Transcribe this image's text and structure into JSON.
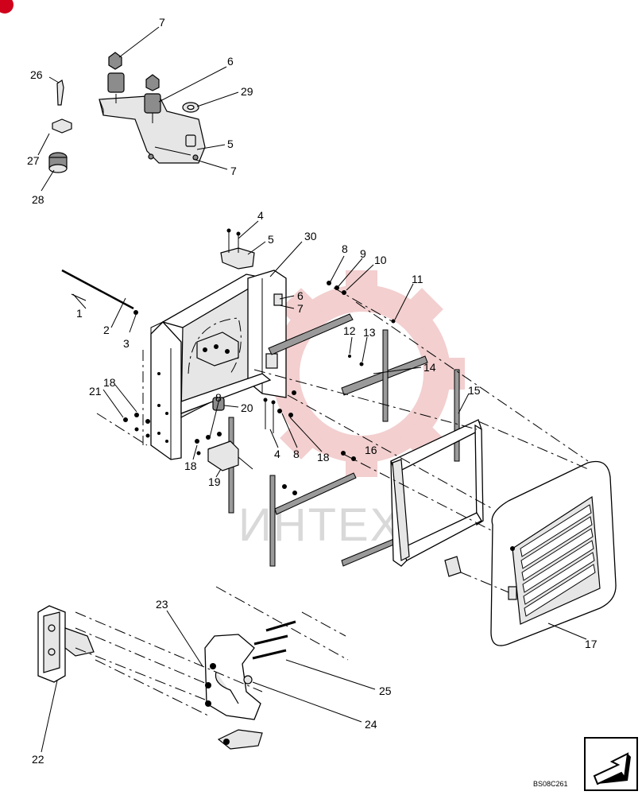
{
  "diagram": {
    "drawing_code": "BS08C261",
    "watermark_text": "ИНТЕХ",
    "callouts": [
      "1",
      "2",
      "3",
      "4",
      "4",
      "5",
      "5",
      "6",
      "6",
      "7",
      "7",
      "7",
      "8",
      "8",
      "9",
      "10",
      "11",
      "12",
      "13",
      "14",
      "15",
      "16",
      "17",
      "18",
      "18",
      "18",
      "19",
      "20",
      "21",
      "22",
      "23",
      "24",
      "25",
      "26",
      "27",
      "28",
      "29",
      "30"
    ],
    "colors": {
      "watermark": "#e6b8b8",
      "corner_mark": "#d0021b",
      "ink": "#000000"
    },
    "icons": {
      "corner_arrow": "arrow-left-down-icon"
    }
  }
}
